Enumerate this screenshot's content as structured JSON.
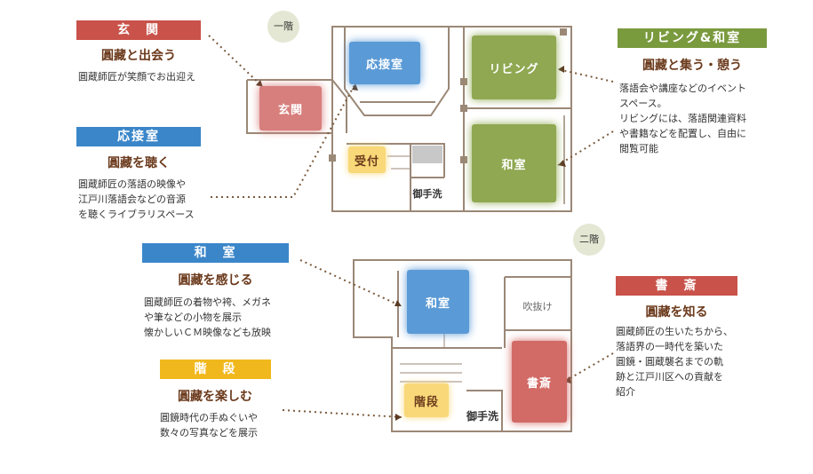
{
  "floors": {
    "first": "一階",
    "second": "二階"
  },
  "rooms": {
    "genkan": "玄関",
    "reception": "応接室",
    "living": "リビング",
    "washitsu1": "和室",
    "uketsuke": "受付",
    "toilet1": "御手洗",
    "washitsu2": "和室",
    "fukinuke": "吹抜け",
    "shosai": "書斎",
    "kaidan": "階段",
    "toilet2": "御手洗"
  },
  "callouts": {
    "genkan": {
      "banner": "玄　関",
      "color": "#c9524a",
      "heading": "圓藏と出会う",
      "desc": "圓蔵師匠が笑顔でお出迎え"
    },
    "reception": {
      "banner": "応接室",
      "color": "#3a86c9",
      "heading": "圓藏を聴く",
      "desc": "圓蔵師匠の落語の映像や\n江戸川落語会などの音源\nを聴くライブラリスペース"
    },
    "living": {
      "banner": "リビング&和室",
      "color": "#7a9a3e",
      "heading": "圓藏と集う・憩う",
      "desc": "落語会や講座などのイベント\nスペース。\nリビングには、落語関連資料\nや書籍などを配置し、自由に\n閲覧可能"
    },
    "washitsu": {
      "banner": "和　室",
      "color": "#3a86c9",
      "heading": "圓藏を感じる",
      "desc": "圓蔵師匠の着物や袴、メガネ\nや筆などの小物を展示\n懐かしいＣＭ映像なども放映"
    },
    "kaidan": {
      "banner": "階　段",
      "color": "#f1b81e",
      "heading": "圓藏を楽しむ",
      "desc": "圓鏡時代の手ぬぐいや\n数々の写真などを展示"
    },
    "shosai": {
      "banner": "書　斎",
      "color": "#c9524a",
      "heading": "圓藏を知る",
      "desc": "圓蔵師匠の生いたちから、\n落語界の一時代を築いた\n圓鏡・圓蔵襲名までの軌\n跡と江戸川区への貢献を\n紹介"
    }
  }
}
